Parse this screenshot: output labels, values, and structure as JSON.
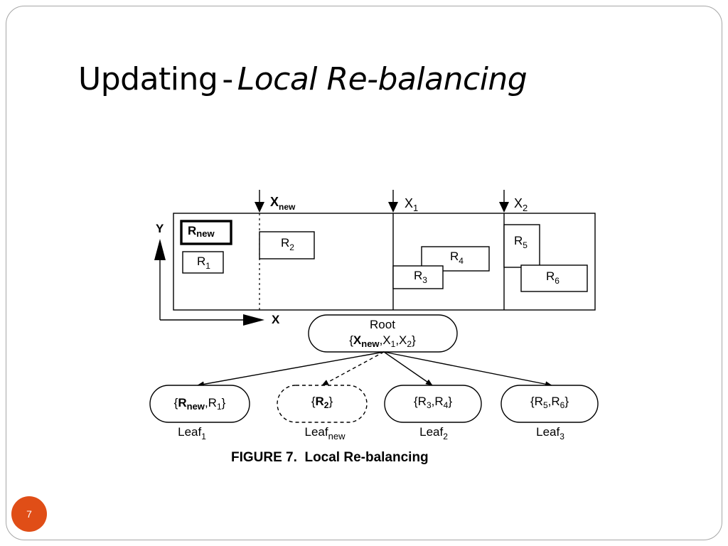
{
  "slide": {
    "title_main": "Updating",
    "title_sep": "-",
    "title_italic": "Local Re-balancing",
    "page_number": "7",
    "badge_color": "#e04e17"
  },
  "figure": {
    "caption": "FIGURE 7.  Local Re-balancing",
    "axes": {
      "y": "Y",
      "x": "X"
    },
    "split_lines": [
      {
        "base": "X",
        "sub": "new",
        "bold": true,
        "style": "dotted"
      },
      {
        "base": "X",
        "sub": "1",
        "bold": false,
        "style": "solid"
      },
      {
        "base": "X",
        "sub": "2",
        "bold": false,
        "style": "solid"
      }
    ],
    "rectangles": [
      {
        "base": "R",
        "sub": "new",
        "bold": true
      },
      {
        "base": "R",
        "sub": "1"
      },
      {
        "base": "R",
        "sub": "2"
      },
      {
        "base": "R",
        "sub": "3"
      },
      {
        "base": "R",
        "sub": "4"
      },
      {
        "base": "R",
        "sub": "5"
      },
      {
        "base": "R",
        "sub": "6"
      }
    ],
    "root": {
      "label": "Root",
      "entries": "{Xnew, X1, X2}"
    },
    "leaves": [
      {
        "content": "{Rnew, R1}",
        "label_base": "Leaf",
        "label_sub": "1",
        "dashed": false
      },
      {
        "content": "{R2}",
        "label_base": "Leaf",
        "label_sub": "new",
        "dashed": true
      },
      {
        "content": "{R3, R4}",
        "label_base": "Leaf",
        "label_sub": "2",
        "dashed": false
      },
      {
        "content": "{R5, R6}",
        "label_base": "Leaf",
        "label_sub": "3",
        "dashed": false
      }
    ]
  }
}
